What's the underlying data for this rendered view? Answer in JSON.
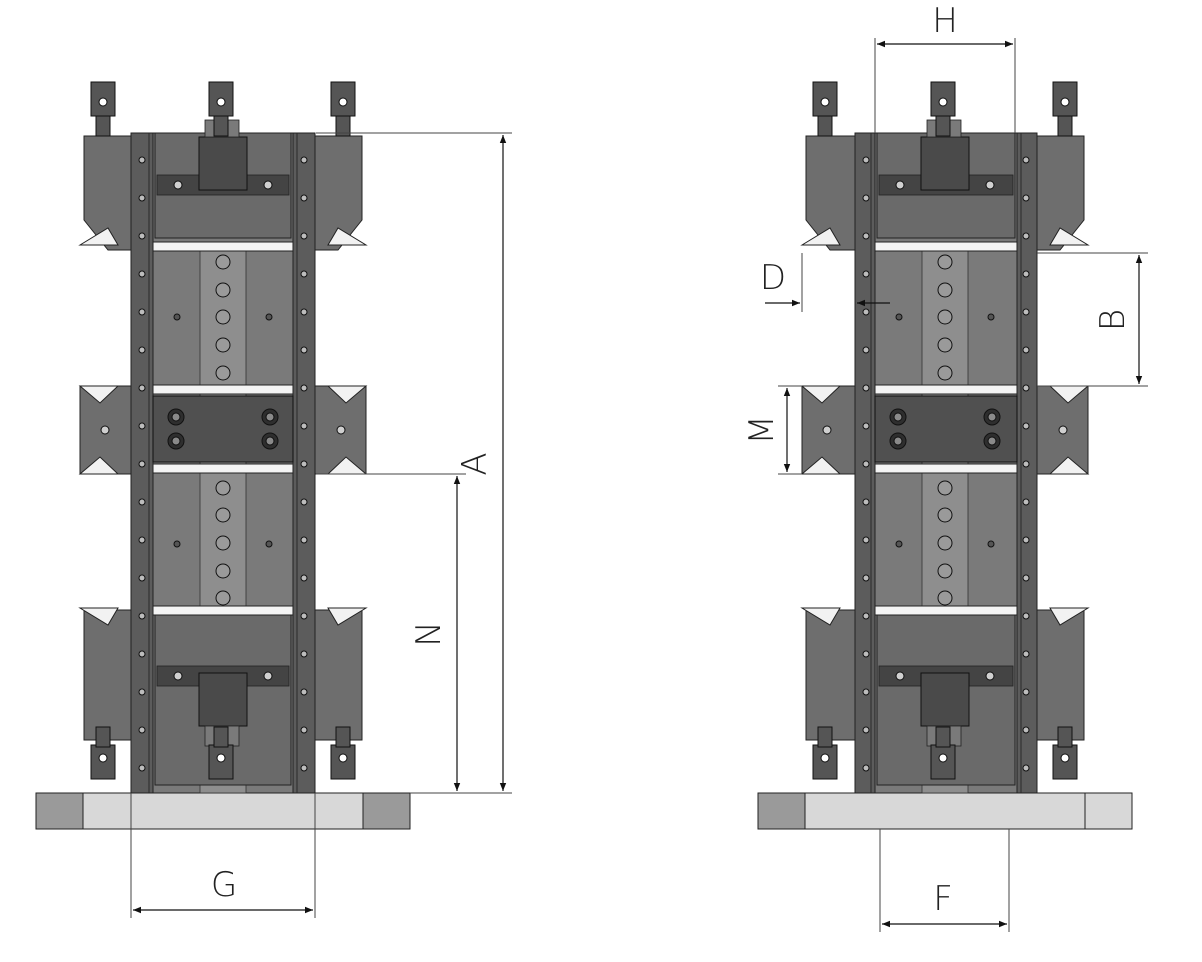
{
  "labels": {
    "A": "A",
    "B": "B",
    "D": "D",
    "F": "F",
    "G": "G",
    "H": "H",
    "M": "M",
    "N": "N"
  },
  "colors": {
    "dark": "#4a4a4a",
    "mid": "#6e6e6e",
    "light": "#8e8e8e",
    "rail": "#5c5c5c",
    "plate": "#d8d8d8",
    "plate_end": "#9a9a9a",
    "jaw_tip": "#f2f2f2"
  }
}
